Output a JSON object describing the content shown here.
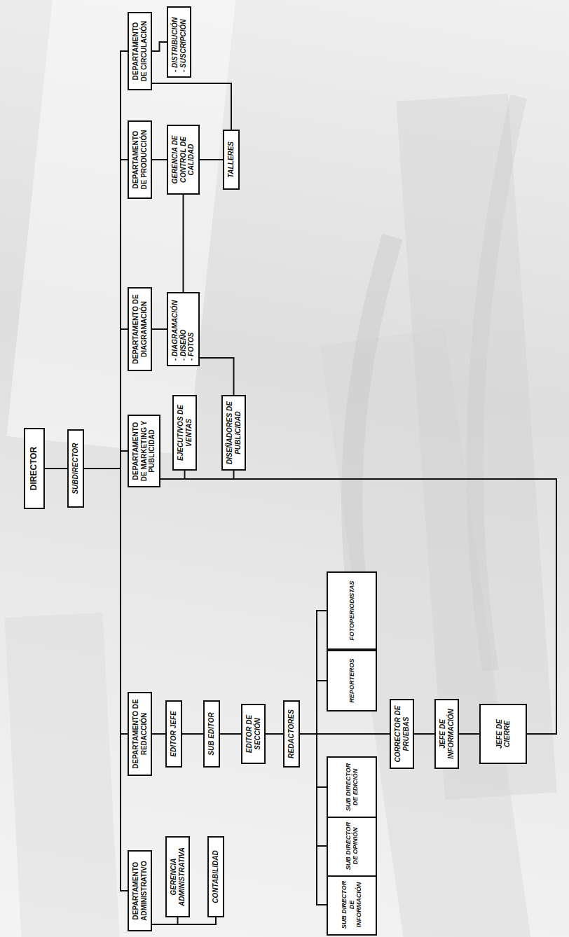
{
  "diagram": {
    "nodes": [
      {
        "text": [
          "DIRECTOR"
        ]
      },
      {
        "text": [
          "SUBDIRECTOR"
        ]
      },
      {
        "text": [
          "DEPARTAMENTO ADMINISTRATIVO"
        ]
      },
      {
        "text": [
          "GERENCIA ADMINISTRATIVA"
        ]
      },
      {
        "text": [
          "CONTABILIDAD"
        ]
      },
      {
        "text": [
          "DEPARTAMENTO DE REDACCIÓN"
        ]
      },
      {
        "text": [
          "EDITOR JEFE"
        ]
      },
      {
        "text": [
          "SUB EDITOR"
        ]
      },
      {
        "text": [
          "EDITOR DE SECCIÓN"
        ]
      },
      {
        "text": [
          "REDACTORES"
        ]
      },
      {
        "text": [
          "SUB DIRECTOR DE INFORMACIÓN"
        ]
      },
      {
        "text": [
          "SUB DIRECTOR DE OPINIÓN"
        ]
      },
      {
        "text": [
          "SUB DIRECTOR DE EDICIÓN"
        ]
      },
      {
        "text": [
          "REPORTEROS"
        ]
      },
      {
        "text": [
          "FOTOPERIODISTAS"
        ]
      },
      {
        "text": [
          "CORRECTOR DE PRUEBAS"
        ]
      },
      {
        "text": [
          "JEFE DE INFORMACIÓN"
        ]
      },
      {
        "text": [
          "JEFE DE CIERRE"
        ]
      },
      {
        "text": [
          "DEPARTAMENTO DE MARKETING Y PUBLICIDAD"
        ]
      },
      {
        "text": [
          "EJECUTIVOS DE VENTAS"
        ]
      },
      {
        "text": [
          "DISEÑADORES DE PUBLICIDAD"
        ]
      },
      {
        "text": [
          "DEPARTAMENTO DE DIAGRAMACIÓN"
        ]
      },
      {
        "text": [
          "- DIAGRAMACIÓN",
          "- DISEÑO",
          "- FOTOS"
        ]
      },
      {
        "text": [
          "DEPARTAMENTO DE PRODUCCIÓN"
        ]
      },
      {
        "text": [
          "GERENCIA DE CONTROL DE CALIDAD"
        ]
      },
      {
        "text": [
          "TALLERES"
        ]
      },
      {
        "text": [
          "DEPARTAMENTO DE CIRCULACIÓN"
        ]
      },
      {
        "text": [
          "- DISTRIBUCIÓN",
          "- SUSCRIPCIÓN"
        ]
      }
    ],
    "edges": [
      {
        "from": 0,
        "to": 1,
        "arrow": "none"
      },
      {
        "from": 1,
        "to": 2,
        "arrow": "none"
      },
      {
        "from": 1,
        "to": 5,
        "arrow": "none"
      },
      {
        "from": 1,
        "to": 18,
        "arrow": "none"
      },
      {
        "from": 1,
        "to": 21,
        "arrow": "none"
      },
      {
        "from": 1,
        "to": 23,
        "arrow": "none"
      },
      {
        "from": 1,
        "to": 26,
        "arrow": "none"
      },
      {
        "from": 2,
        "to": 3,
        "arrow": "none"
      },
      {
        "from": 2,
        "to": 4,
        "arrow": "none"
      },
      {
        "from": 5,
        "to": 6,
        "arrow": "none"
      },
      {
        "from": 6,
        "to": 7,
        "arrow": "none"
      },
      {
        "from": 7,
        "to": 8,
        "arrow": "none"
      },
      {
        "from": 8,
        "to": 9,
        "arrow": "none"
      },
      {
        "from": 9,
        "to": 10,
        "arrow": "none"
      },
      {
        "from": 9,
        "to": 11,
        "arrow": "none"
      },
      {
        "from": 9,
        "to": 12,
        "arrow": "none"
      },
      {
        "from": 9,
        "to": 13,
        "arrow": "none"
      },
      {
        "from": 9,
        "to": 14,
        "arrow": "none"
      },
      {
        "from": 9,
        "to": 15,
        "arrow": "none"
      },
      {
        "from": 15,
        "to": 16,
        "arrow": "none"
      },
      {
        "from": 16,
        "to": 17,
        "arrow": "none"
      },
      {
        "from": 18,
        "to": 19,
        "arrow": "none"
      },
      {
        "from": 18,
        "to": 20,
        "arrow": "none"
      },
      {
        "from": 18,
        "to": 17,
        "arrow": "none"
      },
      {
        "from": 21,
        "to": 22,
        "arrow": "none"
      },
      {
        "from": 22,
        "to": 20,
        "arrow": "none"
      },
      {
        "from": 23,
        "to": 24,
        "arrow": "none"
      },
      {
        "from": 24,
        "to": 25,
        "arrow": "none"
      },
      {
        "from": 22,
        "to": 24,
        "arrow": "none"
      },
      {
        "from": 26,
        "to": 27,
        "arrow": "none"
      },
      {
        "from": 26,
        "to": 25,
        "arrow": "none"
      }
    ]
  }
}
